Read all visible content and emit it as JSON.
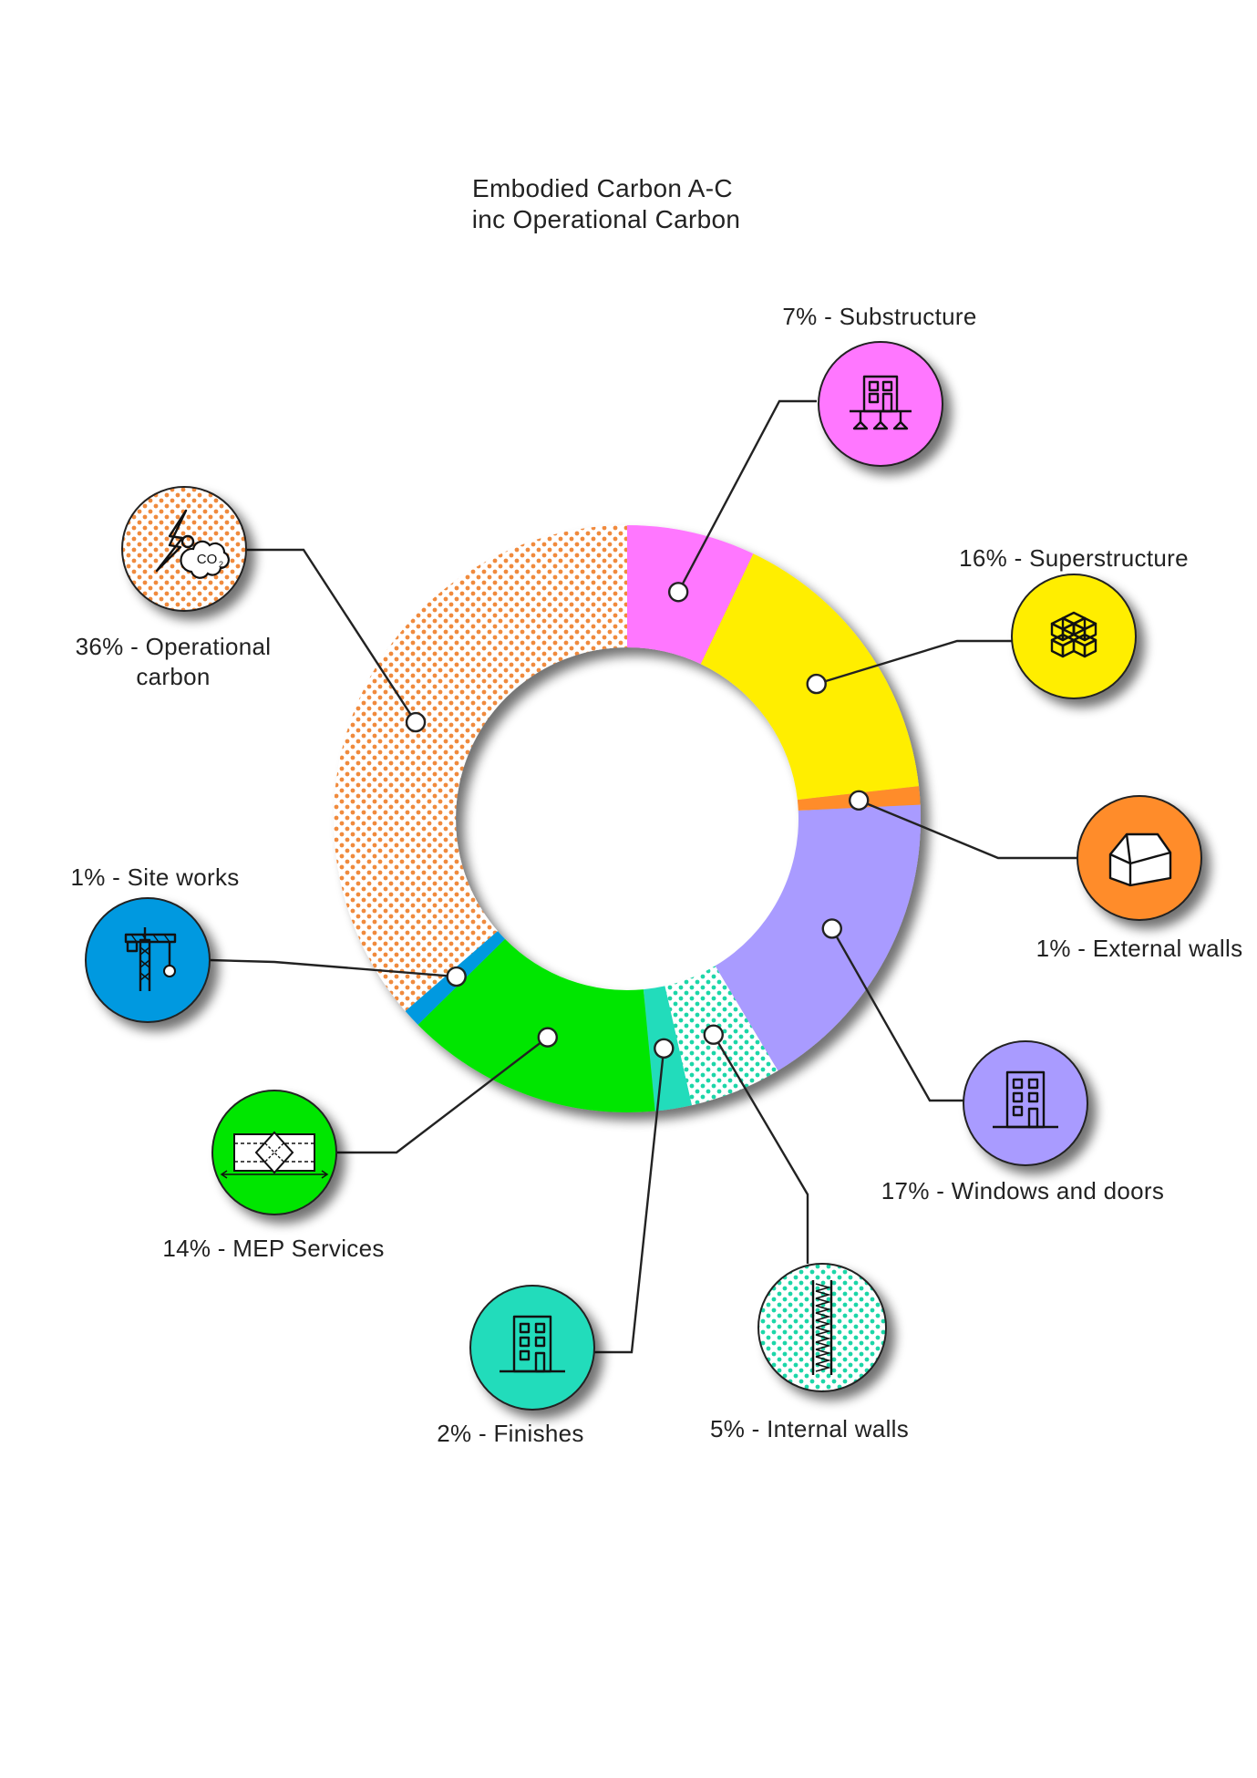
{
  "chart_data": {
    "type": "pie",
    "style": "donut",
    "title": [
      "Embodied Carbon A-C",
      "inc Operational Carbon"
    ],
    "unit": "%",
    "slices": [
      {
        "key": "substructure",
        "value": 7,
        "label": [
          "7% - Substructure"
        ],
        "color": "#ff77ff",
        "pattern": "solid",
        "icon": "building-foundation-icon"
      },
      {
        "key": "superstructure",
        "value": 16,
        "label": [
          "16% - Superstructure"
        ],
        "color": "#ffee00",
        "pattern": "solid",
        "icon": "cube-blocks-icon"
      },
      {
        "key": "external-walls",
        "value": 1,
        "label": [
          "1% - External walls"
        ],
        "color": "#ff8c2a",
        "pattern": "solid",
        "icon": "house-icon"
      },
      {
        "key": "windows-doors",
        "value": 17,
        "label": [
          "17% - Windows and doors"
        ],
        "color": "#a99bff",
        "pattern": "solid",
        "icon": "office-building-icon"
      },
      {
        "key": "internal-walls",
        "value": 5,
        "label": [
          "5% - Internal walls"
        ],
        "color": "#1fd6a8",
        "pattern": "dots",
        "icon": "wall-section-icon"
      },
      {
        "key": "finishes",
        "value": 2,
        "label": [
          "2% - Finishes"
        ],
        "color": "#22dcbb",
        "pattern": "solid",
        "icon": "office-building-icon"
      },
      {
        "key": "mep-services",
        "value": 14,
        "label": [
          "14% - MEP Services"
        ],
        "color": "#00e600",
        "pattern": "solid",
        "icon": "hvac-unit-icon"
      },
      {
        "key": "site-works",
        "value": 1,
        "label": [
          "1% - Site works"
        ],
        "color": "#0099e0",
        "pattern": "solid",
        "icon": "crane-icon"
      },
      {
        "key": "operational-carbon",
        "value": 36,
        "label": [
          "36% - Operational",
          "carbon"
        ],
        "color": "#f08a3c",
        "pattern": "dots",
        "icon": "co2-cloud-icon"
      }
    ]
  }
}
